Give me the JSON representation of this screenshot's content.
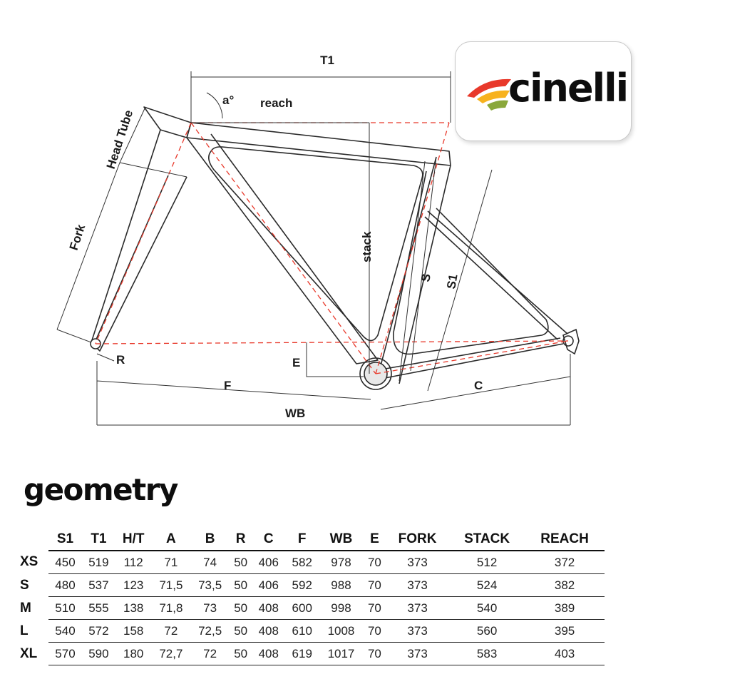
{
  "diagram": {
    "labels": {
      "t1": "T1",
      "angle": "a°",
      "reach": "reach",
      "head_tube": "Head Tube",
      "fork": "Fork",
      "stack": "stack",
      "s": "S",
      "s1": "S1",
      "r": "R",
      "e": "E",
      "f": "F",
      "c": "C",
      "wb": "WB"
    },
    "colors": {
      "frame": "#2a2a2a",
      "guides": "#e8392b",
      "dims": "#333333"
    }
  },
  "logo": {
    "text": "cinelli",
    "colors": [
      "#e8392b",
      "#f7b21e",
      "#8aa83b"
    ]
  },
  "geometry": {
    "title": "geometry",
    "columns": [
      "S1",
      "T1",
      "H/T",
      "A",
      "B",
      "R",
      "C",
      "F",
      "WB",
      "E",
      "FORK",
      "STACK",
      "REACH"
    ],
    "rows": [
      {
        "size": "XS",
        "values": [
          "450",
          "519",
          "112",
          "71",
          "74",
          "50",
          "406",
          "582",
          "978",
          "70",
          "373",
          "512",
          "372"
        ]
      },
      {
        "size": "S",
        "values": [
          "480",
          "537",
          "123",
          "71,5",
          "73,5",
          "50",
          "406",
          "592",
          "988",
          "70",
          "373",
          "524",
          "382"
        ]
      },
      {
        "size": "M",
        "values": [
          "510",
          "555",
          "138",
          "71,8",
          "73",
          "50",
          "408",
          "600",
          "998",
          "70",
          "373",
          "540",
          "389"
        ]
      },
      {
        "size": "L",
        "values": [
          "540",
          "572",
          "158",
          "72",
          "72,5",
          "50",
          "408",
          "610",
          "1008",
          "70",
          "373",
          "560",
          "395"
        ]
      },
      {
        "size": "XL",
        "values": [
          "570",
          "590",
          "180",
          "72,7",
          "72",
          "50",
          "408",
          "619",
          "1017",
          "70",
          "373",
          "583",
          "403"
        ]
      }
    ]
  }
}
